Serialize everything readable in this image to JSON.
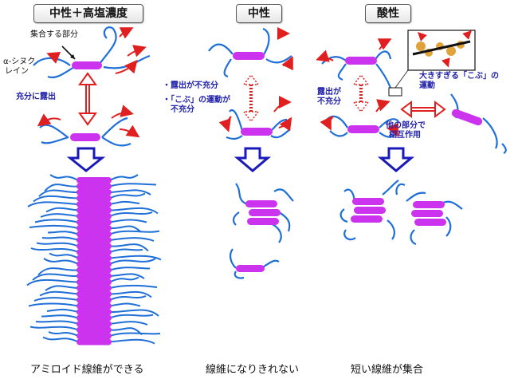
{
  "headers": {
    "left": "中性＋高塩濃度",
    "middle": "中性",
    "right": "酸性"
  },
  "labels": {
    "aggregating_part": "集合する部分",
    "alpha_synuclein_1": "α-シヌク",
    "alpha_synuclein_2": "レイン",
    "fully_exposed": "充分に露出",
    "exposure_insufficient": "・露出が不充分",
    "bump_motion_1": "・「こぶ」の運動が",
    "bump_motion_2": "不充分",
    "exposure_insufficient_right_1": "露出が",
    "exposure_insufficient_right_2": "不充分",
    "big_bump_1": "大きすぎる「こぶ」の",
    "big_bump_2": "運動",
    "other_part_1": "他の部分で",
    "other_part_2": "相互作用"
  },
  "captions": {
    "left": "アミロイド線維ができる",
    "middle": "線維になりきれない",
    "right": "短い線維が集合"
  },
  "colors": {
    "segment": "#cc33ee",
    "chain": "#1f6fd8",
    "arrow": "#e02020",
    "down_arrow": "#1a1ab8",
    "bump": "#e0a33c"
  }
}
